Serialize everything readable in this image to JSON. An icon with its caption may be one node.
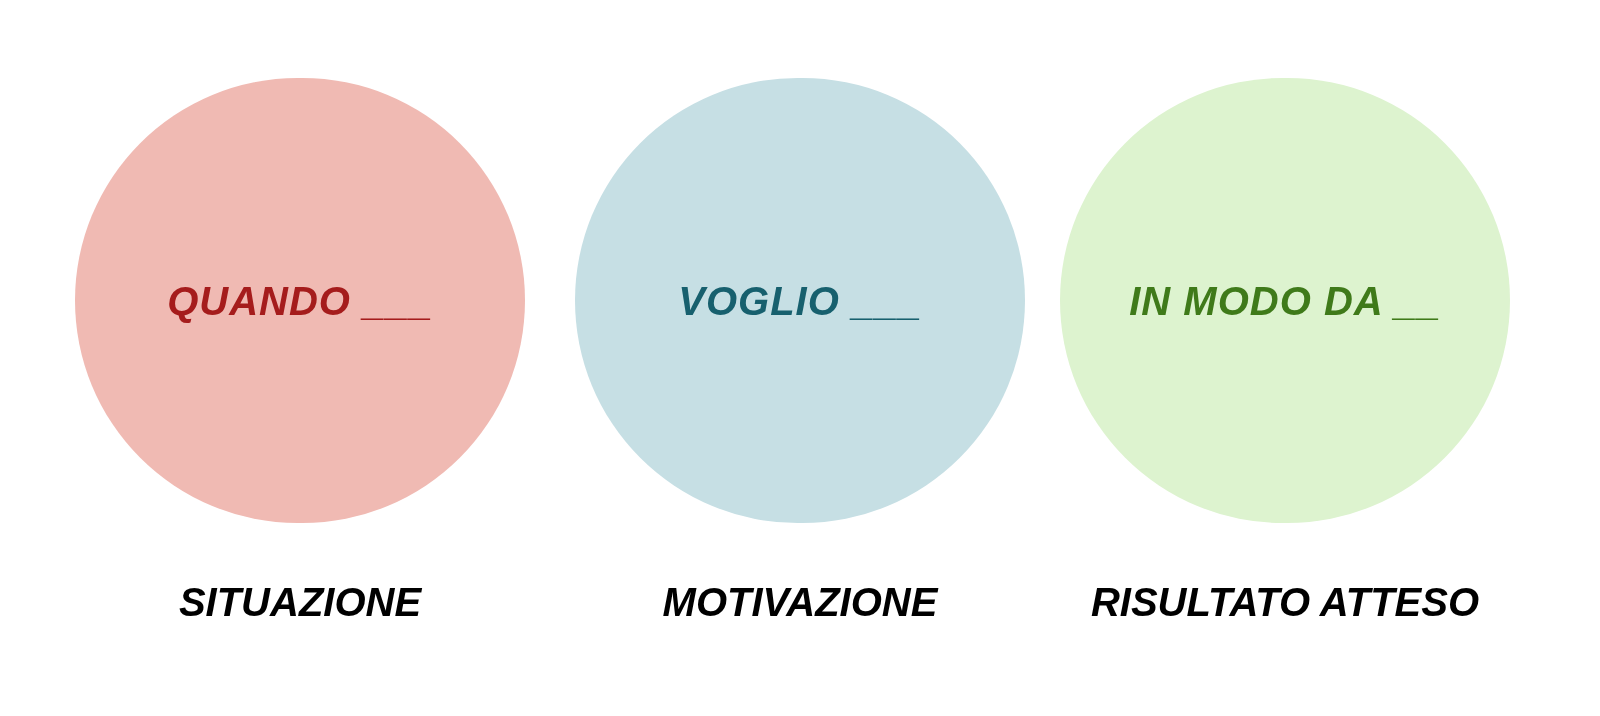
{
  "diagram": {
    "nodes": [
      {
        "text": [
          "QUANDO ___"
        ],
        "beside": [
          "SITUAZIONE"
        ]
      },
      {
        "text": [
          "VOGLIO ___"
        ],
        "beside": [
          "MOTIVAZIONE"
        ]
      },
      {
        "text": [
          "IN MODO DA __"
        ],
        "beside": [
          "RISULTATO ATTESO"
        ]
      }
    ]
  }
}
